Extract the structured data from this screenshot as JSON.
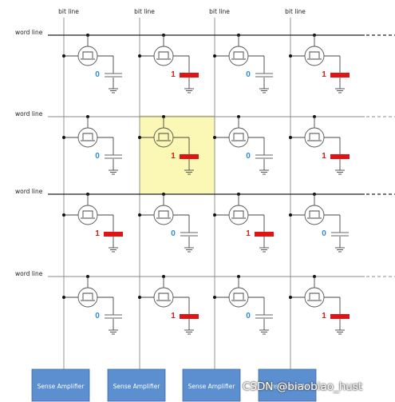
{
  "bit_line_label": "bit line",
  "word_line_label": "word line",
  "sense_amplifier_label": "Sense Amplifier",
  "cell_values": [
    [
      "0",
      "1",
      "0",
      "1"
    ],
    [
      "0",
      "1",
      "0",
      "1"
    ],
    [
      "1",
      "0",
      "1",
      "0"
    ],
    [
      "0",
      "1",
      "0",
      "1"
    ]
  ],
  "highlighted_cell": {
    "row": 1,
    "col": 1
  },
  "watermark": "CSDN @biaobiao_hust",
  "colors": {
    "zero_text": "#2e8bd6",
    "one_text": "#d21e1e",
    "charged_cap": "#e01414",
    "highlight": "#fbf7b4",
    "amplifier": "#5b8fd0"
  }
}
